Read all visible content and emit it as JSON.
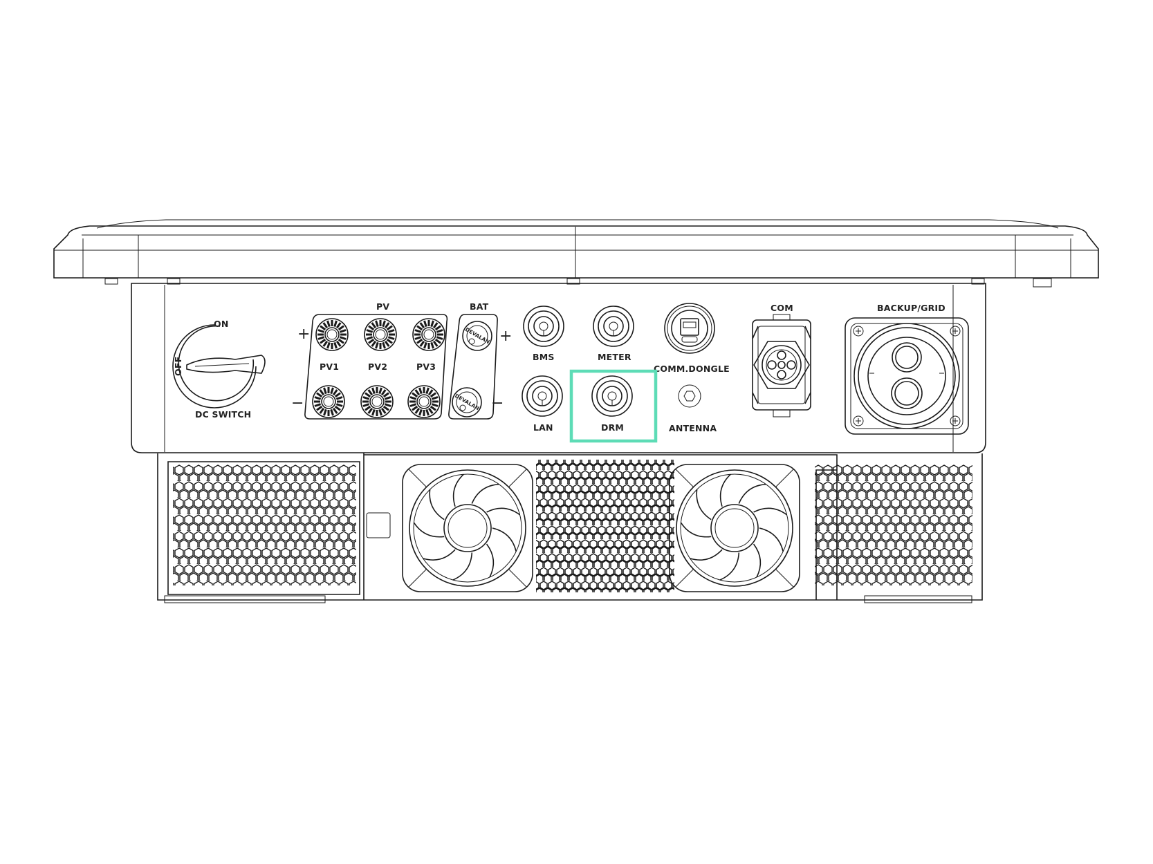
{
  "labels": {
    "dc_on": "ON",
    "dc_off": "OFF",
    "dc_switch": "DC SWITCH",
    "pv": "PV",
    "pv1": "PV1",
    "pv2": "PV2",
    "pv3": "PV3",
    "pv_plus": "+",
    "pv_minus": "−",
    "bat": "BAT",
    "bat_plus": "+",
    "bat_minus": "−",
    "devalan": "DEVALAN",
    "bms": "BMS",
    "meter": "METER",
    "lan": "LAN",
    "drm": "DRM",
    "comm_dongle": "COMM.DONGLE",
    "antenna": "ANTENNA",
    "com": "COM",
    "backup_grid": "BACKUP/GRID"
  },
  "highlight": {
    "target": "DRM",
    "color": "#5ddcb6"
  },
  "colors": {
    "line": "#1a1a1a",
    "background": "#ffffff"
  }
}
